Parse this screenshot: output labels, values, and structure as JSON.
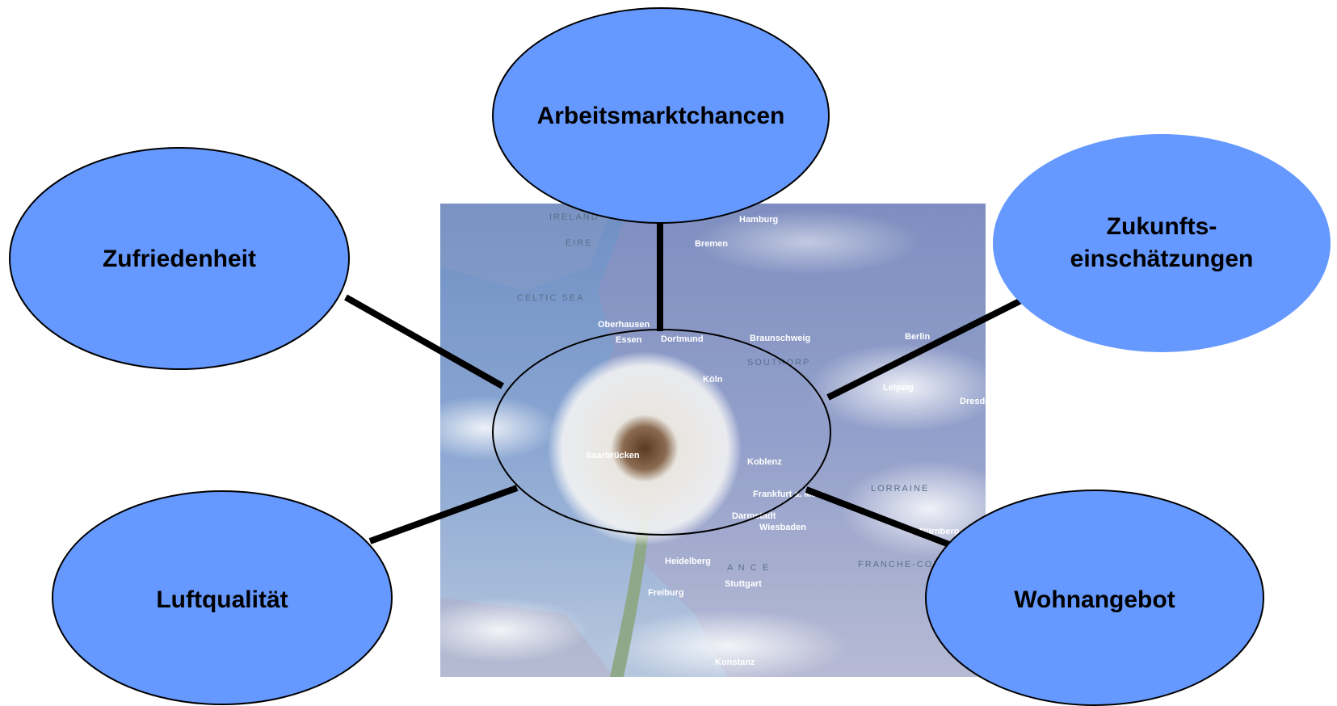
{
  "colors": {
    "bubble_fill": "#6699ff",
    "bubble_stroke": "#000000",
    "connector": "#000000",
    "sky_top": "#6f8fc4",
    "sky_bottom": "#a9c0dd"
  },
  "center": {
    "image": "dandelion seed head over map of Germany",
    "map_labels": [
      "Hamburg",
      "Bremen",
      "Oberhausen",
      "Essen",
      "Dortmund",
      "Braunschweig",
      "Berlin",
      "Köln",
      "Leipzig",
      "Dresden",
      "Saarbrücken",
      "Koblenz",
      "Frankfurt a. Main",
      "Darmstadt",
      "Wiesbaden",
      "Nürnberg",
      "Heidelberg",
      "Stuttgart",
      "Freiburg",
      "Konstanz"
    ],
    "map_faint_labels": [
      "IRELAND",
      "EIRE",
      "CELTIC SEA",
      "SOUTHORP",
      "LORRAINE",
      "FRANCHE-COMTE",
      "A  N  C  E"
    ]
  },
  "nodes": {
    "arbeitsmarkt": {
      "label": "Arbeitsmarktchancen"
    },
    "zufriedenheit": {
      "label": "Zufriedenheit"
    },
    "zukunft": {
      "label_line1": "Zukunfts-",
      "label_line2": "einschätzungen"
    },
    "luftqualitaet": {
      "label": "Luftqualität"
    },
    "wohnangebot": {
      "label": "Wohnangebot"
    }
  }
}
